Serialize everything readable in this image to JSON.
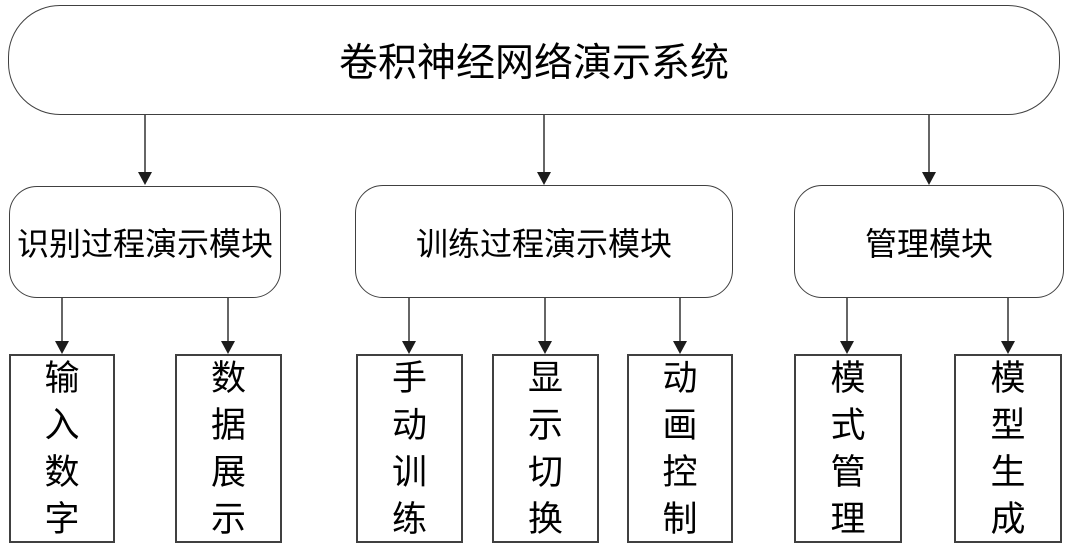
{
  "diagram": {
    "root_label": "卷积神经网络演示系统",
    "level2": [
      {
        "label": "识别过程演示模块"
      },
      {
        "label": "训练过程演示模块"
      },
      {
        "label": "管理模块"
      }
    ],
    "leaves": [
      {
        "label": "输入数字"
      },
      {
        "label": "数据展示"
      },
      {
        "label": "手动训练"
      },
      {
        "label": "显示切换"
      },
      {
        "label": "动画控制"
      },
      {
        "label": "模式管理"
      },
      {
        "label": "模型生成"
      }
    ],
    "colors": {
      "stroke": "#404040",
      "fill": "#ffffff",
      "text": "#000000",
      "background": "#ffffff"
    }
  }
}
